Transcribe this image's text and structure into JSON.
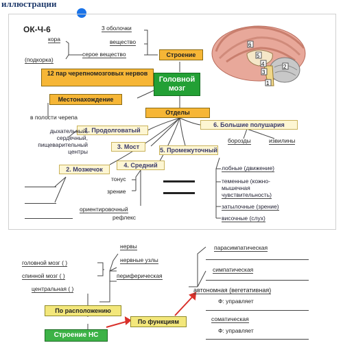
{
  "header": {
    "title": "иллюстрации"
  },
  "diagram1": {
    "code": "ОК-Ч-6",
    "center": "Головной мозг",
    "structure": {
      "label": "Строение",
      "items": [
        "3 оболочки",
        "вещество",
        "серое вещество"
      ],
      "left_items": [
        "кора",
        "(подкорка)"
      ]
    },
    "nerves": "12 пар черепномозговых нервов",
    "location": {
      "label": "Местонахождение",
      "value": "в полости черепа"
    },
    "divisions": {
      "label": "Отделы",
      "d1": "1. Продолговатый",
      "d1_functions": [
        "дыхательный,",
        "сердечный,",
        "пищеварительный центры"
      ],
      "d2": "2. Мозжечок",
      "d3": "3. Мост",
      "d4": "4. Средний",
      "d4_functions": [
        "тонус",
        "зрение",
        "ориентировочный",
        "рефлекс"
      ],
      "d5": "5. Промежуточный",
      "d6": "6. Большие полушария",
      "d6_features": [
        "борозды",
        "извилины"
      ],
      "lobes": [
        "лобные (движение)",
        "теменные (кожно-",
        "мышечная",
        "чувствительность)",
        "затылочные (зрение)",
        "височные (слух)"
      ]
    },
    "brain_numbers": [
      "6",
      "5",
      "4",
      "3",
      "2",
      "1"
    ]
  },
  "diagram2": {
    "by_location": "По расположению",
    "central": "центральная (          )",
    "brain": "головной мозг (      )",
    "spinal": "спинной мозг (      )",
    "peripheral": "периферическая",
    "peripheral_items": [
      "нервы",
      "нервные узлы"
    ],
    "by_function": "По функциям",
    "autonomic": "автономная (вегетативная)",
    "autonomic_sub": [
      "парасимпатическая",
      "симпатическая"
    ],
    "controls": "Ф: управляет",
    "somatic": "соматическая",
    "root": "Строение НС"
  }
}
